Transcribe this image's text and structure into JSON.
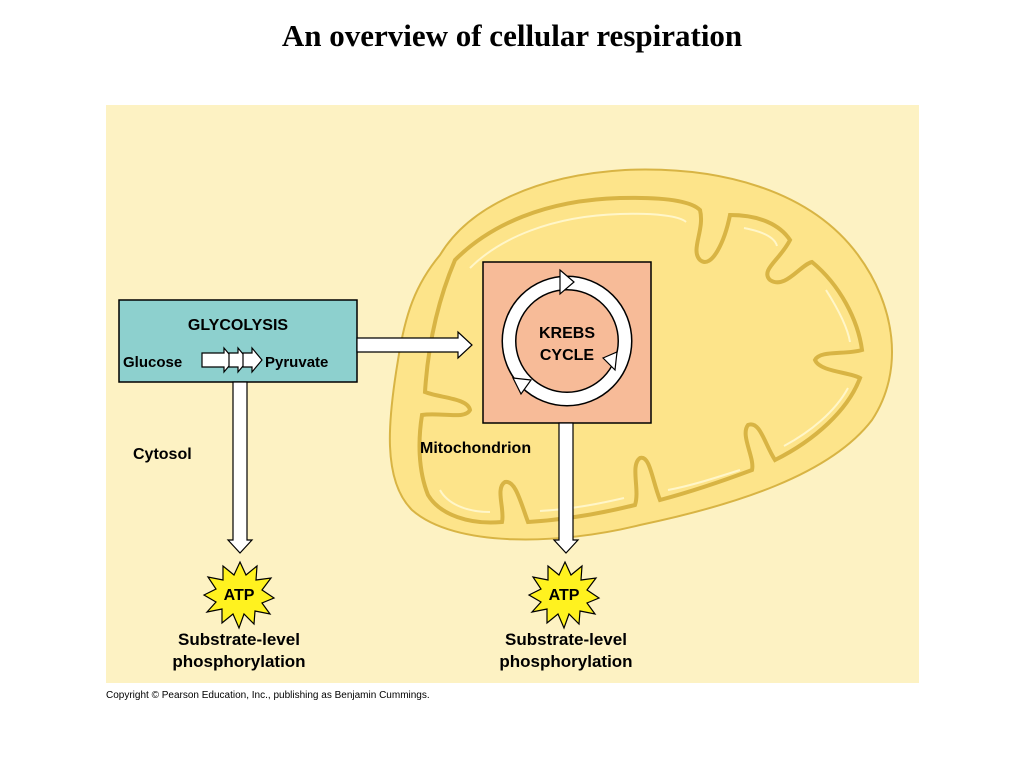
{
  "slide": {
    "title": "An overview of cellular respiration",
    "copyright": "Copyright © Pearson Education, Inc., publishing as Benjamin Cummings."
  },
  "diagram": {
    "glycolysis": {
      "title": "GLYCOLYSIS",
      "input": "Glucose",
      "output": "Pyruvate"
    },
    "krebs": {
      "line1": "KREBS",
      "line2": "CYCLE"
    },
    "region_labels": {
      "cytosol": "Cytosol",
      "mitochondrion": "Mitochondrion"
    },
    "atp_left": {
      "label": "ATP",
      "caption_line1": "Substrate-level",
      "caption_line2": "phosphorylation"
    },
    "atp_right": {
      "label": "ATP",
      "caption_line1": "Substrate-level",
      "caption_line2": "phosphorylation"
    }
  },
  "colors": {
    "background_panel": "#fdf2c3",
    "mitochondrion_fill": "#fde48a",
    "mitochondrion_outline": "#d8b444",
    "glycolysis_box": "#8dd0ce",
    "krebs_box": "#f7bb98",
    "atp_burst": "#fff21f"
  }
}
